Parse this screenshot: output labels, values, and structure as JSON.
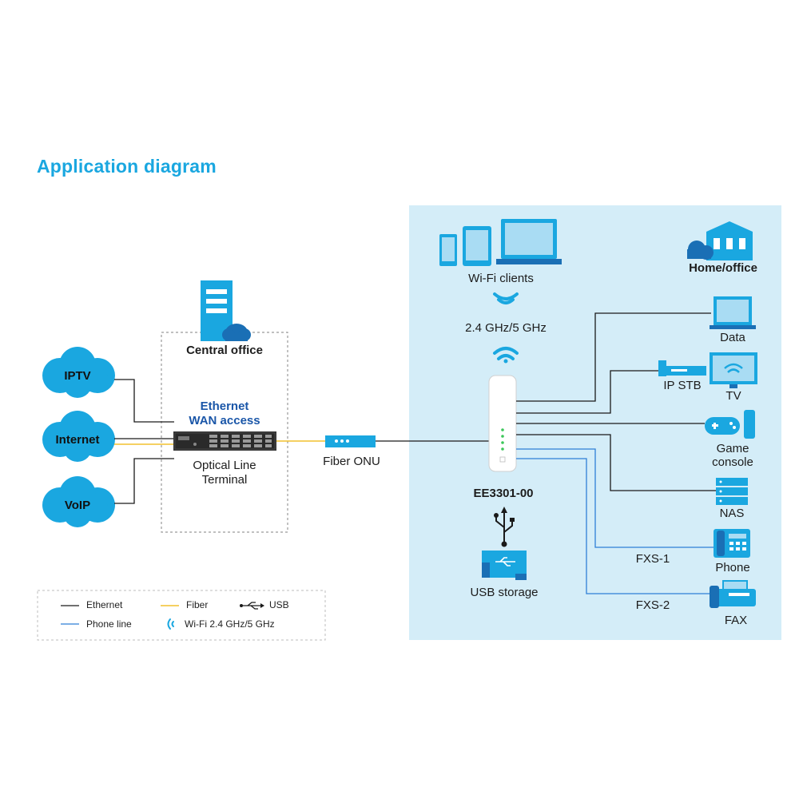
{
  "title": "Application diagram",
  "clouds": {
    "iptv": "IPTV",
    "internet": "Internet",
    "voip": "VoIP"
  },
  "central_office": {
    "label": "Central office",
    "wan_line1": "Ethernet",
    "wan_line2": "WAN access",
    "olt_line1": "Optical Line",
    "olt_line2": "Terminal"
  },
  "fiber_onu": "Fiber ONU",
  "home": {
    "label": "Home/office",
    "wifi_clients": "Wi-Fi clients",
    "wifi_bands": "2.4 GHz/5 GHz",
    "device_name": "EE3301-00",
    "usb_storage": "USB storage",
    "devices": {
      "data": "Data",
      "ip_stb": "IP STB",
      "tv": "TV",
      "game_line1": "Game",
      "game_line2": "console",
      "nas": "NAS",
      "phone": "Phone",
      "fax": "FAX"
    },
    "fxs1": "FXS-1",
    "fxs2": "FXS-2"
  },
  "legend": {
    "ethernet": "Ethernet",
    "fiber": "Fiber",
    "usb": "USB",
    "phone_line": "Phone line",
    "wifi": "Wi-Fi 2.4 GHz/5 GHz"
  },
  "colors": {
    "accent": "#1aa7e0",
    "home_bg": "#d4edf8",
    "ethernet": "#1a1a1a",
    "fiber": "#f2c12e",
    "phone_line": "#2f7fd6"
  }
}
